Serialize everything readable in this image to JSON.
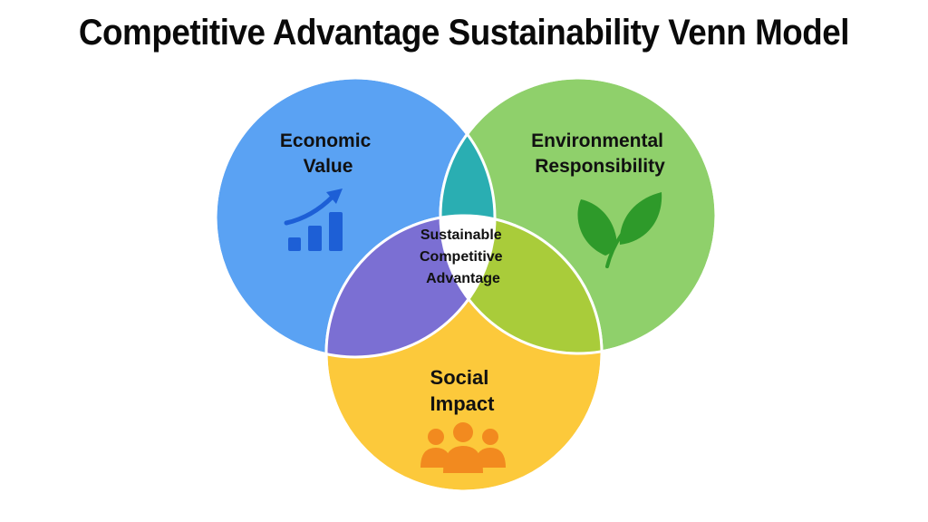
{
  "title": "Competitive Advantage Sustainability Venn Model",
  "circles": [
    {
      "id": "economic",
      "lines": [
        "Economic",
        "Value"
      ],
      "color": "#5aa2f3",
      "icon": "bar-chart-growth-icon"
    },
    {
      "id": "environmental",
      "lines": [
        "Environmental",
        "Responsibility"
      ],
      "color": "#8fd06b",
      "icon": "leaf-icon"
    },
    {
      "id": "social",
      "lines": [
        "Social",
        "Impact"
      ],
      "color": "#fcc93b",
      "icon": "people-group-icon"
    }
  ],
  "overlaps": {
    "economic_environmental": "#2aaeb2",
    "economic_social": "#7b6fd3",
    "environmental_social": "#a9cc3a",
    "center": "#ffffff"
  },
  "center_lines": [
    "Sustainable",
    "Competitive",
    "Advantage"
  ],
  "icon_colors": {
    "economic": "#1d5fd6",
    "environmental": "#2e9a2a",
    "social": "#f28a1f"
  }
}
